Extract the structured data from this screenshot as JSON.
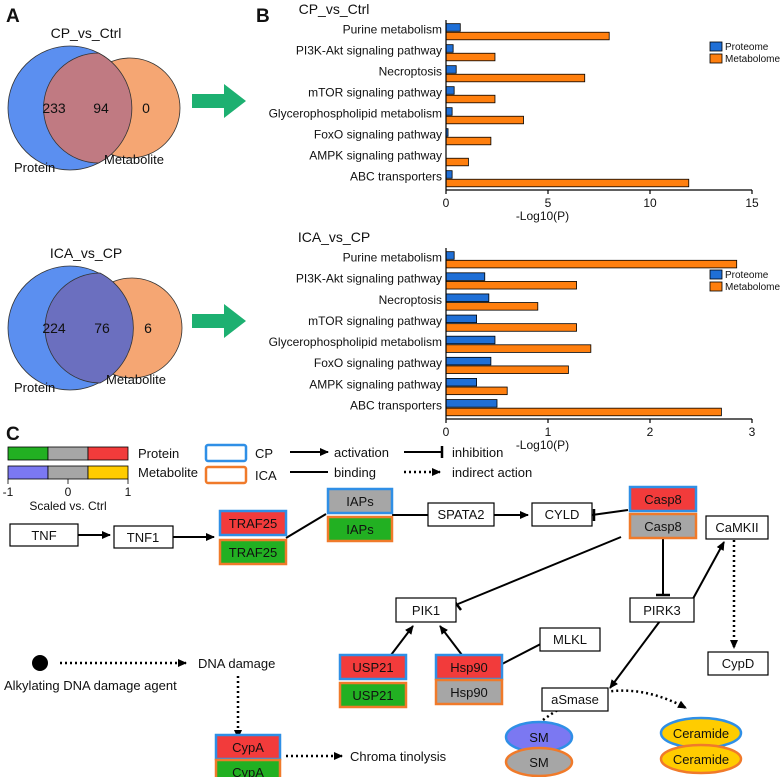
{
  "panels": {
    "A": "A",
    "B": "B",
    "C": "C"
  },
  "venns": [
    {
      "title": "CP_vs_Ctrl",
      "left_only": "233",
      "overlap": "94",
      "right_only": "0",
      "left_label": "Protein",
      "right_label": "Metabolite"
    },
    {
      "title": "ICA_vs_CP",
      "left_only": "224",
      "overlap": "76",
      "right_only": "6",
      "left_label": "Protein",
      "right_label": "Metabolite"
    }
  ],
  "colors": {
    "proteome": "#1f6fd6",
    "metabolome": "#ff7f0e",
    "venn_protein": "#5b8ff0",
    "venn_metabolite": "#f5a673",
    "venn_overlap": "#c07a82",
    "venn_overlap2": "#6b6fbf",
    "arrow_green": "#1db071",
    "up_red": "#f23b3b",
    "down_green": "#22b022",
    "neutral_gray": "#a6a6a6",
    "meta_low": "#7b78f2",
    "meta_high": "#ffcc00",
    "cp_border": "#2f8fe6",
    "ica_border": "#f07a2a"
  },
  "chart_data": [
    {
      "type": "bar",
      "orientation": "horizontal",
      "title": "CP_vs_Ctrl",
      "xlabel": "-Log10(P)",
      "xlim": [
        0,
        15
      ],
      "xticks": [
        "0",
        "5",
        "10",
        "15"
      ],
      "legend_position": "right",
      "categories": [
        "Purine metabolism",
        "PI3K-Akt signaling pathway",
        "Necroptosis",
        "mTOR signaling pathway",
        "Glycerophospholipid metabolism",
        "FoxO signaling pathway",
        "AMPK signaling pathway",
        "ABC transporters"
      ],
      "series": [
        {
          "name": "Proteome",
          "values": [
            0.7,
            0.35,
            0.5,
            0.4,
            0.3,
            0.1,
            0.0,
            0.3
          ]
        },
        {
          "name": "Metabolome",
          "values": [
            8.0,
            2.4,
            6.8,
            2.4,
            3.8,
            2.2,
            1.1,
            11.9
          ]
        }
      ]
    },
    {
      "type": "bar",
      "orientation": "horizontal",
      "title": "ICA_vs_CP",
      "xlabel": "-Log10(P)",
      "xlim": [
        0,
        3
      ],
      "xticks": [
        "0",
        "1",
        "2",
        "3"
      ],
      "legend_position": "right",
      "categories": [
        "Purine metabolism",
        "PI3K-Akt signaling pathway",
        "Necroptosis",
        "mTOR signaling pathway",
        "Glycerophospholipid metabolism",
        "FoxO signaling pathway",
        "AMPK signaling pathway",
        "ABC transporters"
      ],
      "series": [
        {
          "name": "Proteome",
          "values": [
            0.08,
            0.38,
            0.42,
            0.3,
            0.48,
            0.44,
            0.3,
            0.5
          ]
        },
        {
          "name": "Metabolome",
          "values": [
            2.85,
            1.28,
            0.9,
            1.28,
            1.42,
            1.2,
            0.6,
            2.7
          ]
        }
      ]
    }
  ],
  "legend_c": {
    "protein": "Protein",
    "metabolite": "Metabolite",
    "scale_ticks": [
      "-1",
      "0",
      "1"
    ],
    "scale_caption": "Scaled vs. Ctrl",
    "cp": "CP",
    "ica": "ICA",
    "activation": "activation",
    "binding": "binding",
    "inhibition": "inhibition",
    "indirect": "indirect action"
  },
  "pathway": {
    "TNF": "TNF",
    "TNF1": "TNF1",
    "TRAF25_cp": "TRAF25",
    "TRAF25_ica": "TRAF25",
    "IAPs_cp": "IAPs",
    "IAPs_ica": "IAPs",
    "SPATA2": "SPATA2",
    "CYLD": "CYLD",
    "Casp8_cp": "Casp8",
    "Casp8_ica": "Casp8",
    "CaMKII": "CaMKII",
    "PIK1": "PIK1",
    "PIRK3": "PIRK3",
    "MLKL": "MLKL",
    "USP21_cp": "USP21",
    "USP21_ica": "USP21",
    "Hsp90_cp": "Hsp90",
    "Hsp90_ica": "Hsp90",
    "CypD": "CypD",
    "aSmase": "aSmase",
    "agent": "Alkylating DNA damage agent",
    "dna_damage": "DNA damage",
    "CypA_cp": "CypA",
    "CypA_ica": "CypA",
    "chroma": "Chroma tinolysis",
    "SM_cp": "SM",
    "SM_ica": "SM",
    "Ceramide_cp": "Ceramide",
    "Ceramide_ica": "Ceramide"
  }
}
